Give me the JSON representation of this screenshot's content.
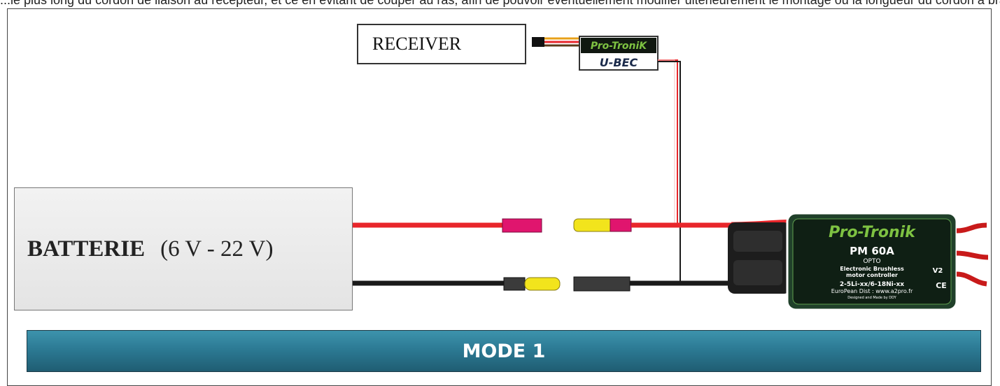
{
  "top_text": "...le plus long du cordon de liaison au récepteur, et ce en évitant de couper au ras, afin de pouvoir éventuellement modifier ultérieurement le montage ou la longueur du cordon à brancher au récepteur de régl...",
  "receiver": {
    "label": "RECEIVER"
  },
  "ubec": {
    "brand": "Pro-TroniK",
    "model": "U-BEC"
  },
  "battery": {
    "name": "BATTERIE",
    "range": "(6 V - 22 V)"
  },
  "esc": {
    "brand": "Pro-Tronik",
    "model": "PM 60A",
    "opto": "OPTO",
    "desc1": "Electronic Brushless",
    "desc2": "motor controller",
    "version": "V2",
    "cells": "2-5Li-xx/6-18Ni-xx",
    "dist": "EuroPean Dist : www.a2pro.fr",
    "made": "Designed and Made by DDY",
    "ce": "CE"
  },
  "mode": {
    "label": "MODE 1"
  },
  "colors": {
    "red_wire": "#e8262b",
    "black_wire": "#1a1a1a",
    "pink_connector": "#e0156e",
    "yellow_connector": "#f2e41c",
    "grey_connector": "#3b3b3b",
    "mode_bar": "#2c7a94",
    "esc_green": "#7ec242"
  }
}
